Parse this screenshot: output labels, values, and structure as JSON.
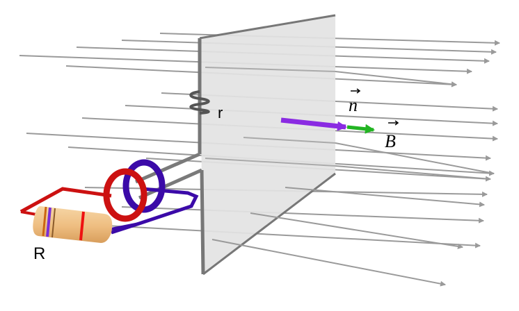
{
  "labels": {
    "resistor": "R",
    "loop_resistance": "r",
    "normal_vector": "n",
    "field_vector": "B"
  },
  "colors": {
    "field_lines": "#9a9a9a",
    "plate_fill": "#e3e3e3",
    "plate_edge": "#777777",
    "normal_arrow": "#8a2be2",
    "field_arrow": "#22b422",
    "coil_front": "#cc1111",
    "coil_back": "#3b0aa8",
    "resistor_body": "#f0c080"
  }
}
